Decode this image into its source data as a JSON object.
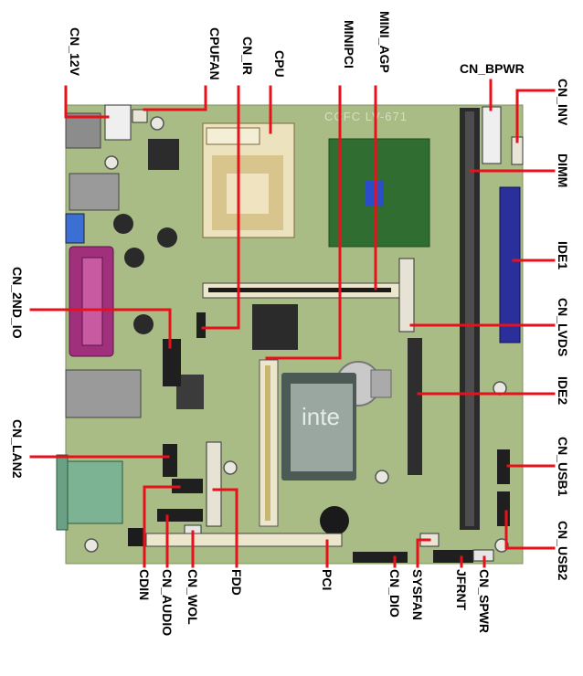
{
  "board": {
    "silkscreen": "CCFC  LV-671",
    "intel_chip_text": "inte",
    "colors": {
      "pcb": "#a9bc86",
      "leader": "#e8111b",
      "connector_black": "#1c1c1c",
      "connector_white": "#e9e5d6",
      "header_red": "#c8231c",
      "ide_blue": "#2a2f9c",
      "parallel_purple": "#a02f7c",
      "lan_green": "#7cb493",
      "chip_green": "#2f6e30"
    }
  },
  "labels": {
    "cn_12v": "CN_12V",
    "cpufan": "CPUFAN",
    "cn_ir": "CN_IR",
    "cpu": "CPU",
    "minipci": "MINIPCI",
    "mini_agp": "MINI_AGP",
    "cn_bpwr": "CN_BPWR",
    "cn_inv": "CN_INV",
    "dimm": "DIMM",
    "ide1": "IDE1",
    "cn_lvds": "CN_LVDS",
    "ide2": "IDE2",
    "cn_usb1": "CN_USB1",
    "cn_usb2": "CN_USB2",
    "cn_2nd_io": "CN_2ND_IO",
    "cn_lan2": "CN_LAN2",
    "cdin": "CDIN",
    "cn_audio": "CN_AUDIO",
    "cn_wol": "CN_WOL",
    "fdd": "FDD",
    "pci": "PCI",
    "cn_dio": "CN_DIO",
    "sysfan": "SYSFAN",
    "jfrnt": "JFRNT",
    "cn_spwr": "CN_SPWR"
  }
}
